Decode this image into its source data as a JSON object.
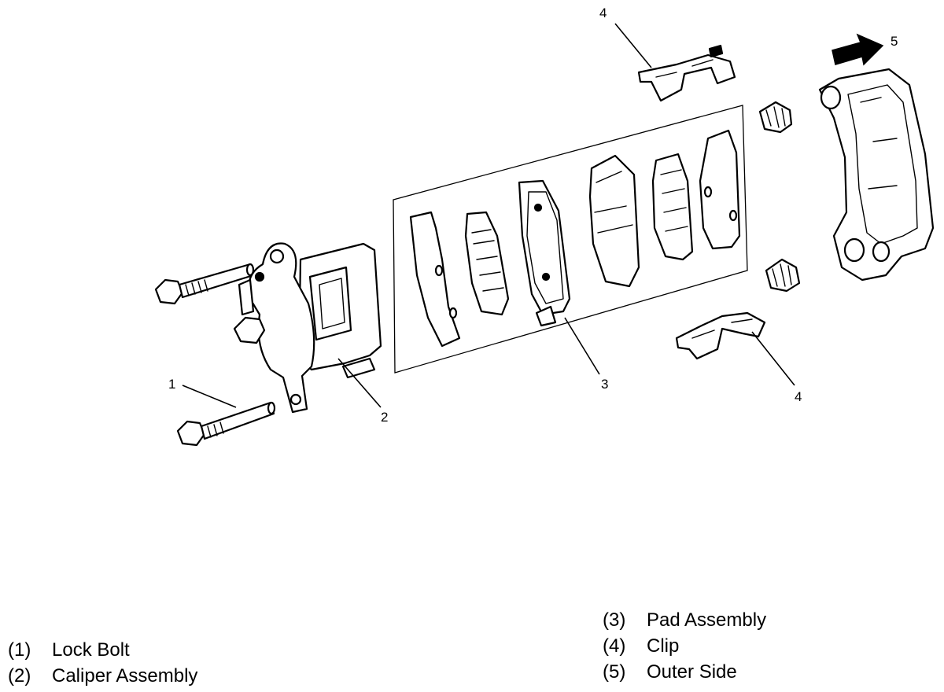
{
  "callouts": {
    "c1": "1",
    "c2": "2",
    "c3": "3",
    "c4_top": "4",
    "c4_bottom": "4",
    "c5": "5"
  },
  "legend": {
    "left": [
      {
        "num": "(1)",
        "label": "Lock Bolt"
      },
      {
        "num": "(2)",
        "label": "Caliper Assembly"
      }
    ],
    "right": [
      {
        "num": "(3)",
        "label": "Pad Assembly"
      },
      {
        "num": "(4)",
        "label": "Clip"
      },
      {
        "num": "(5)",
        "label": "Outer Side"
      }
    ]
  }
}
